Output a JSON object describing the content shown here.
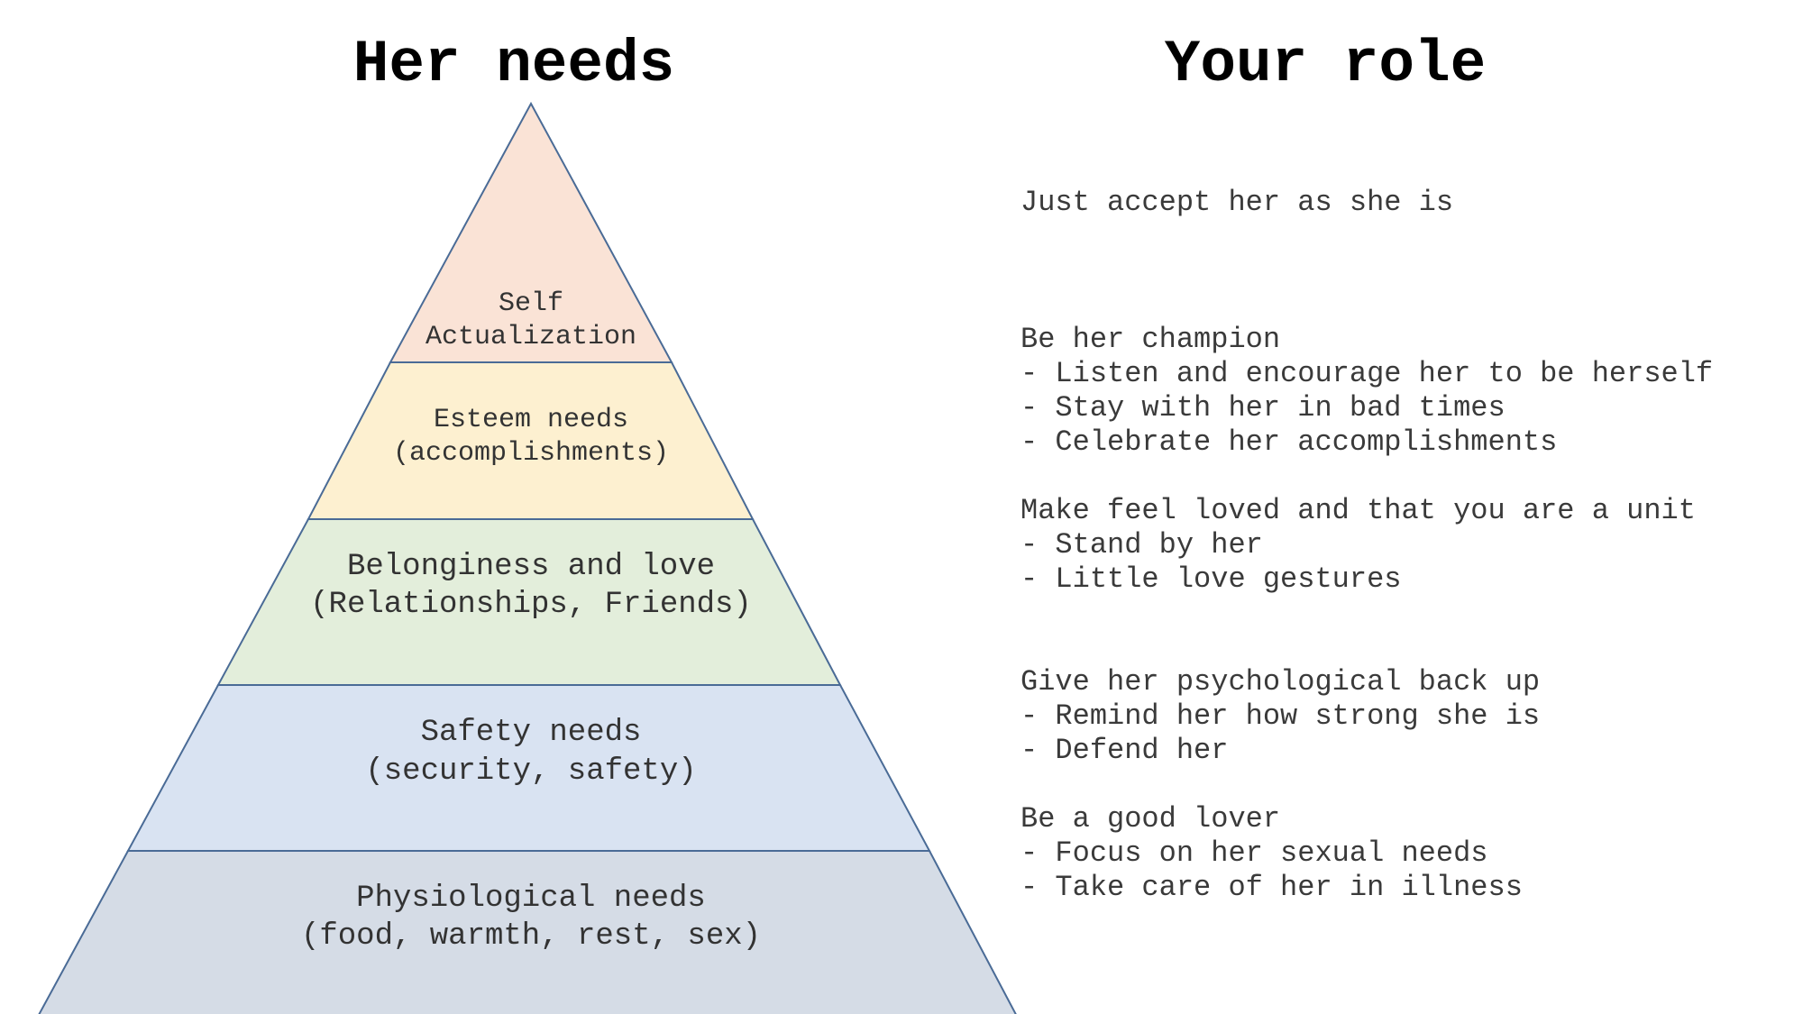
{
  "headings": {
    "left": "Her needs",
    "right": "Your role"
  },
  "pyramid": {
    "levels": [
      {
        "id": "self-actualization",
        "lines": [
          "Self",
          "Actualization"
        ],
        "fill": "#fae3d6"
      },
      {
        "id": "esteem",
        "lines": [
          "Esteem needs",
          "(accomplishments)"
        ],
        "fill": "#fdf0d0"
      },
      {
        "id": "belonging",
        "lines": [
          "Belonginess and love",
          "(Relationships, Friends)"
        ],
        "fill": "#e3eedb"
      },
      {
        "id": "safety",
        "lines": [
          "Safety needs",
          "(security, safety)"
        ],
        "fill": "#d9e3f2"
      },
      {
        "id": "physiological",
        "lines": [
          "Physiological needs",
          "(food, warmth, rest, sex)"
        ],
        "fill": "#d5dce6"
      }
    ],
    "outline_color": "#4a6b96"
  },
  "roles": [
    {
      "title": "Just accept her as she is",
      "items": []
    },
    {
      "title": "Be her champion",
      "items": [
        "- Listen and encourage her to be herself",
        "- Stay with her in bad times",
        "- Celebrate her accomplishments"
      ]
    },
    {
      "title": "Make feel loved and that you are a unit",
      "items": [
        "- Stand by her",
        "- Little love gestures"
      ]
    },
    {
      "title": "Give her psychological back up",
      "items": [
        "- Remind her how strong she is",
        "- Defend her"
      ]
    },
    {
      "title": "Be a good lover",
      "items": [
        "- Focus on her sexual needs",
        "- Take care of her in illness"
      ]
    }
  ]
}
